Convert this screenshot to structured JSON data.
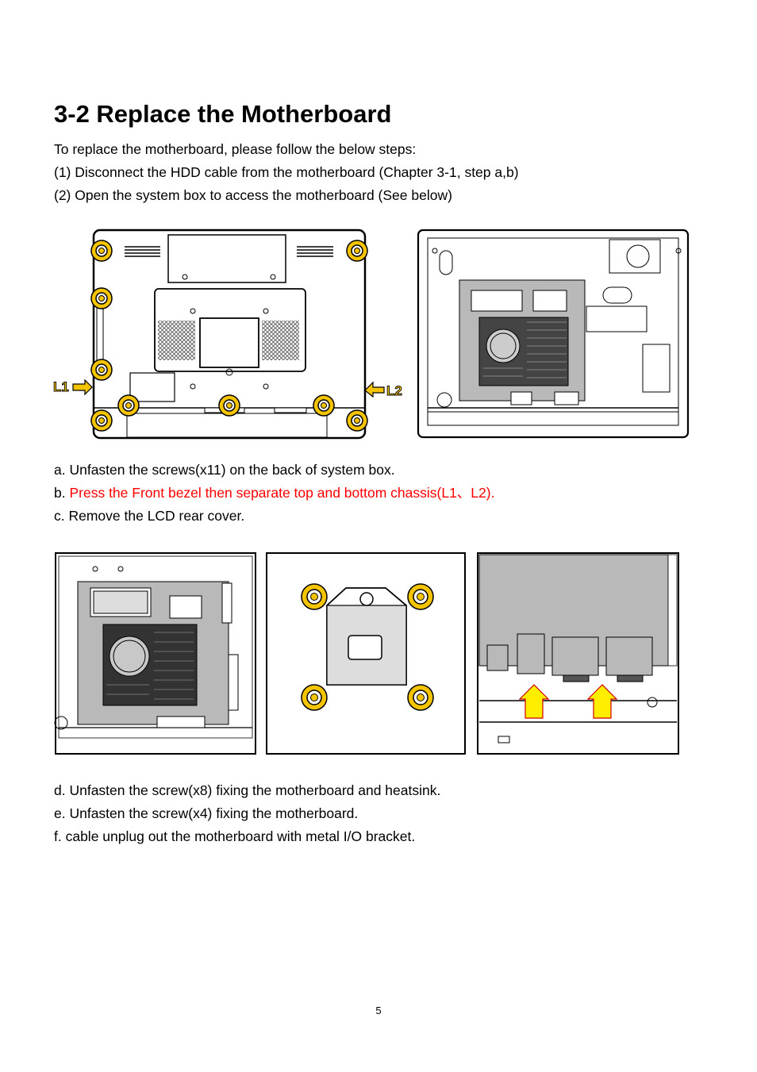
{
  "page": {
    "title": "3-2 Replace the Motherboard",
    "intro": [
      "To replace the motherboard, please follow the below steps:",
      "(1) Disconnect the HDD cable from the motherboard (Chapter 3-1, step a,b)",
      "(2) Open the system box to access the motherboard (See below)"
    ],
    "steps_group1": {
      "a": "a. Unfasten the screws(x11) on the back of system box.",
      "b_prefix": "b. ",
      "b_highlight": "Press the Front bezel then separate top and bottom chassis(L1、L2).",
      "c": "c. Remove the LCD rear cover."
    },
    "steps_group2": {
      "d": "d. Unfasten the screw(x8) fixing the motherboard and heatsink.",
      "e": "e. Unfasten the screw(x4) fixing the motherboard.",
      "f": "f. cable unplug out the motherboard with metal I/O bracket."
    },
    "figure1_labels": {
      "left": "L1",
      "right": "L2"
    },
    "page_number": "5"
  },
  "colors": {
    "screw": "#f5c400",
    "highlight_text": "#ff0000",
    "arrow": "#ffee00",
    "board": "#b9b9b9"
  }
}
